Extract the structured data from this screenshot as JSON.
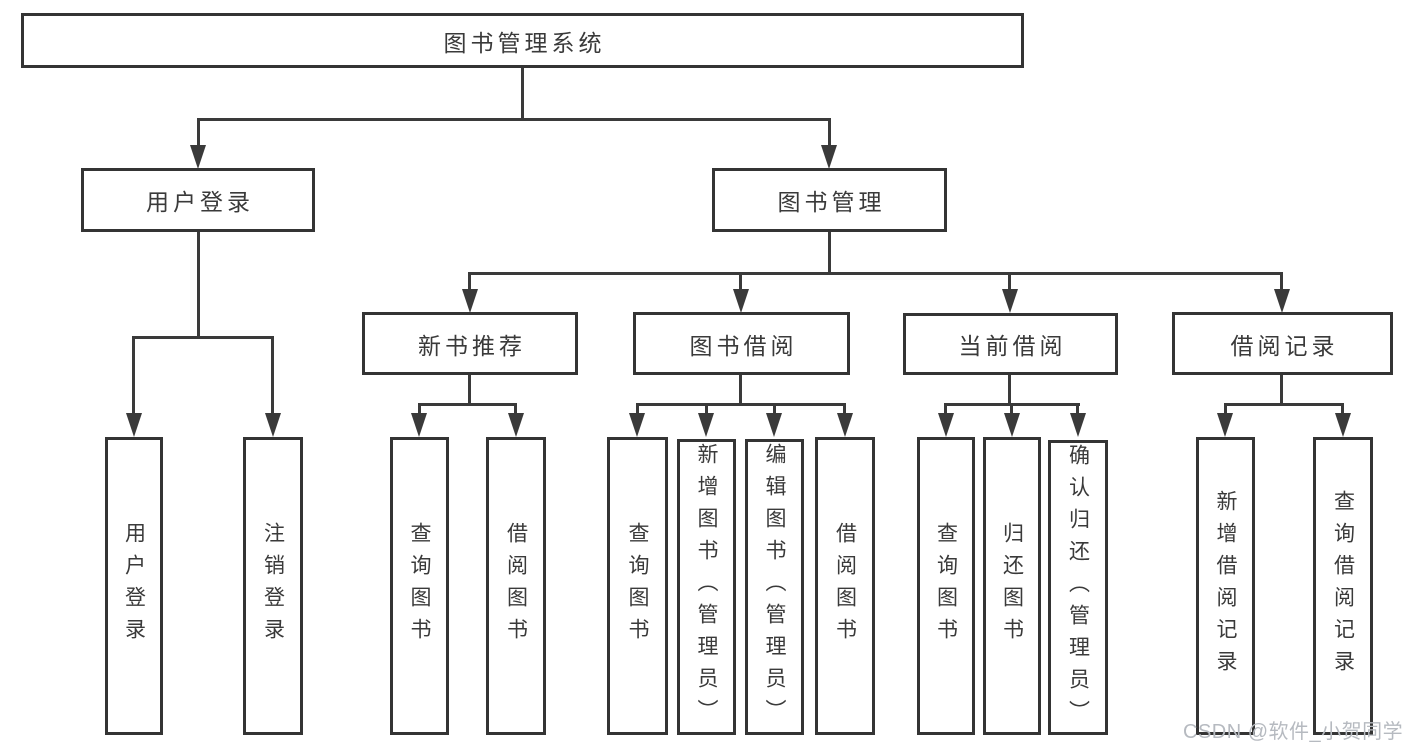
{
  "tree": {
    "root": {
      "label": "图书管理系统",
      "children": [
        {
          "label": "用户登录",
          "children": [
            {
              "label": "用户登录"
            },
            {
              "label": "注销登录"
            }
          ]
        },
        {
          "label": "图书管理",
          "children": [
            {
              "label": "新书推荐",
              "children": [
                {
                  "label": "查询图书"
                },
                {
                  "label": "借阅图书"
                }
              ]
            },
            {
              "label": "图书借阅",
              "children": [
                {
                  "label": "查询图书"
                },
                {
                  "label": "新增图书（管理员）"
                },
                {
                  "label": "编辑图书（管理员）"
                },
                {
                  "label": "借阅图书"
                }
              ]
            },
            {
              "label": "当前借阅",
              "children": [
                {
                  "label": "查询图书"
                },
                {
                  "label": "归还图书"
                },
                {
                  "label": "确认归还（管理员）"
                }
              ]
            },
            {
              "label": "借阅记录",
              "children": [
                {
                  "label": "新增借阅记录"
                },
                {
                  "label": "查询借阅记录"
                }
              ]
            }
          ]
        }
      ]
    }
  },
  "watermark": {
    "text": "CSDN @软件_小贺同学"
  },
  "colors": {
    "line": "#3a3a3a",
    "border": "#343434",
    "text": "#3a3a3a",
    "watermark": "#b6bac0",
    "background": "#ffffff"
  }
}
